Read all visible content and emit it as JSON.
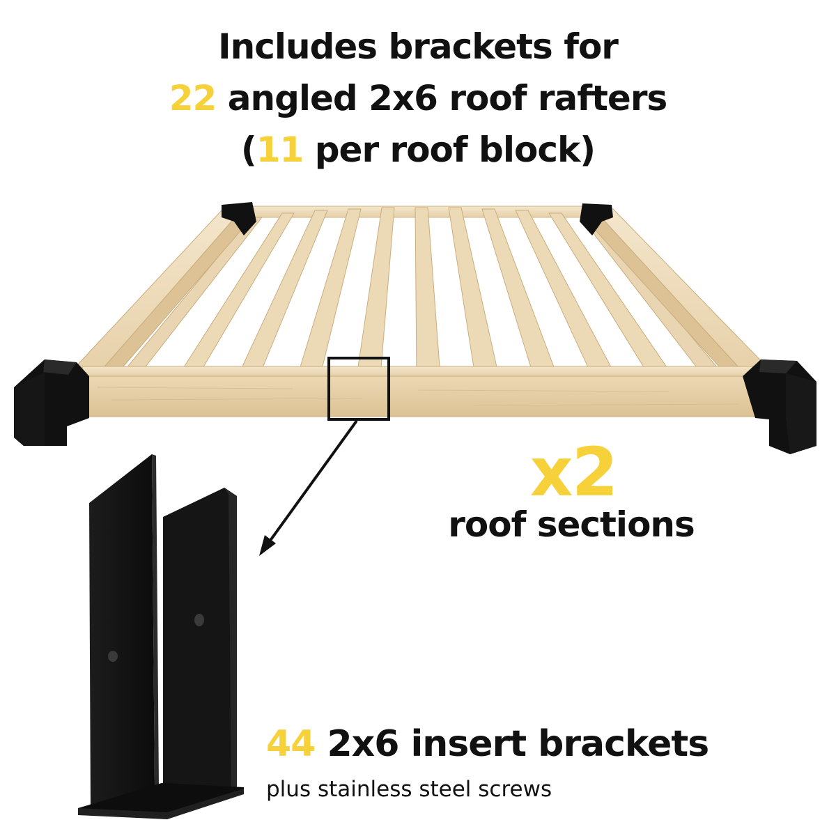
{
  "headline": {
    "line1": "Includes brackets for",
    "rafter_count": "22",
    "line2_rest": " angled 2x6 roof rafters",
    "open_paren": "(",
    "per_block_count": "11",
    "line3_rest": " per roof block)"
  },
  "sections": {
    "multiplier": "x2",
    "label": "roof sections"
  },
  "brackets": {
    "count": "44",
    "label": " 2x6 insert brackets",
    "sub_label": "plus stainless steel screws"
  },
  "colors": {
    "accent": "#f7d13a",
    "text": "#111111",
    "wood": "#e9d6b4",
    "bracket": "#121212"
  },
  "icons": {
    "frame": "roof-frame-illustration",
    "bracket": "insert-bracket-illustration",
    "callout": "zoom-arrow-icon"
  }
}
